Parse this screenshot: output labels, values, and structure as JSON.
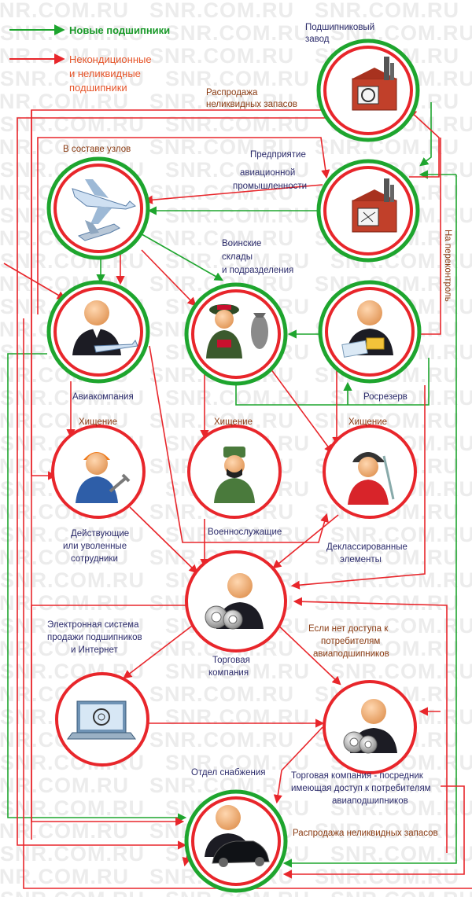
{
  "watermark": "SNR.COM.RU",
  "legend": {
    "green_label": "Новые подшипники",
    "red_label_lines": [
      "Некондиционные",
      "и неликвидные",
      "подшипники"
    ]
  },
  "colors": {
    "green": "#1ea52e",
    "red": "#e8262b",
    "dark_text": "#2b2b6b",
    "brown_text": "#8a3b12"
  },
  "labels": {
    "factory": [
      "Подшипниковый",
      "завод"
    ],
    "sale_illiquid_top": [
      "Распродажа",
      "неликвидных запасов"
    ],
    "in_assemblies": "В составе узлов",
    "aviation_industry": [
      "Предприятие",
      "авиационной",
      "промышленности"
    ],
    "military_depots": [
      "Воинские",
      "склады",
      "и подразделения"
    ],
    "recontrol": "На переконтроль",
    "airline": "Авиакомпания",
    "rosreserv": "Росрезерв",
    "theft1": "Хищение",
    "theft2": "Хищение",
    "theft3": "Хищение",
    "employees": [
      "Действующие",
      "или уволенные",
      "сотрудники"
    ],
    "soldiers": "Военнослужащие",
    "declassed": [
      "Деклассированные",
      "элементы"
    ],
    "esystem": [
      "Электронная система",
      "продажи подшипников",
      "и Интернет"
    ],
    "no_access": [
      "Если нет доступа к",
      "потребителям",
      "авиаподшипников"
    ],
    "trading": [
      "Торговая",
      "компания"
    ],
    "supply": "Отдел снабжения",
    "intermediary": [
      "Торговая компания - посредник",
      "имеющая доступ к потребителям",
      "авиаподшипников"
    ],
    "sale_illiquid_bottom": "Распродажа неликвидных запасов"
  }
}
